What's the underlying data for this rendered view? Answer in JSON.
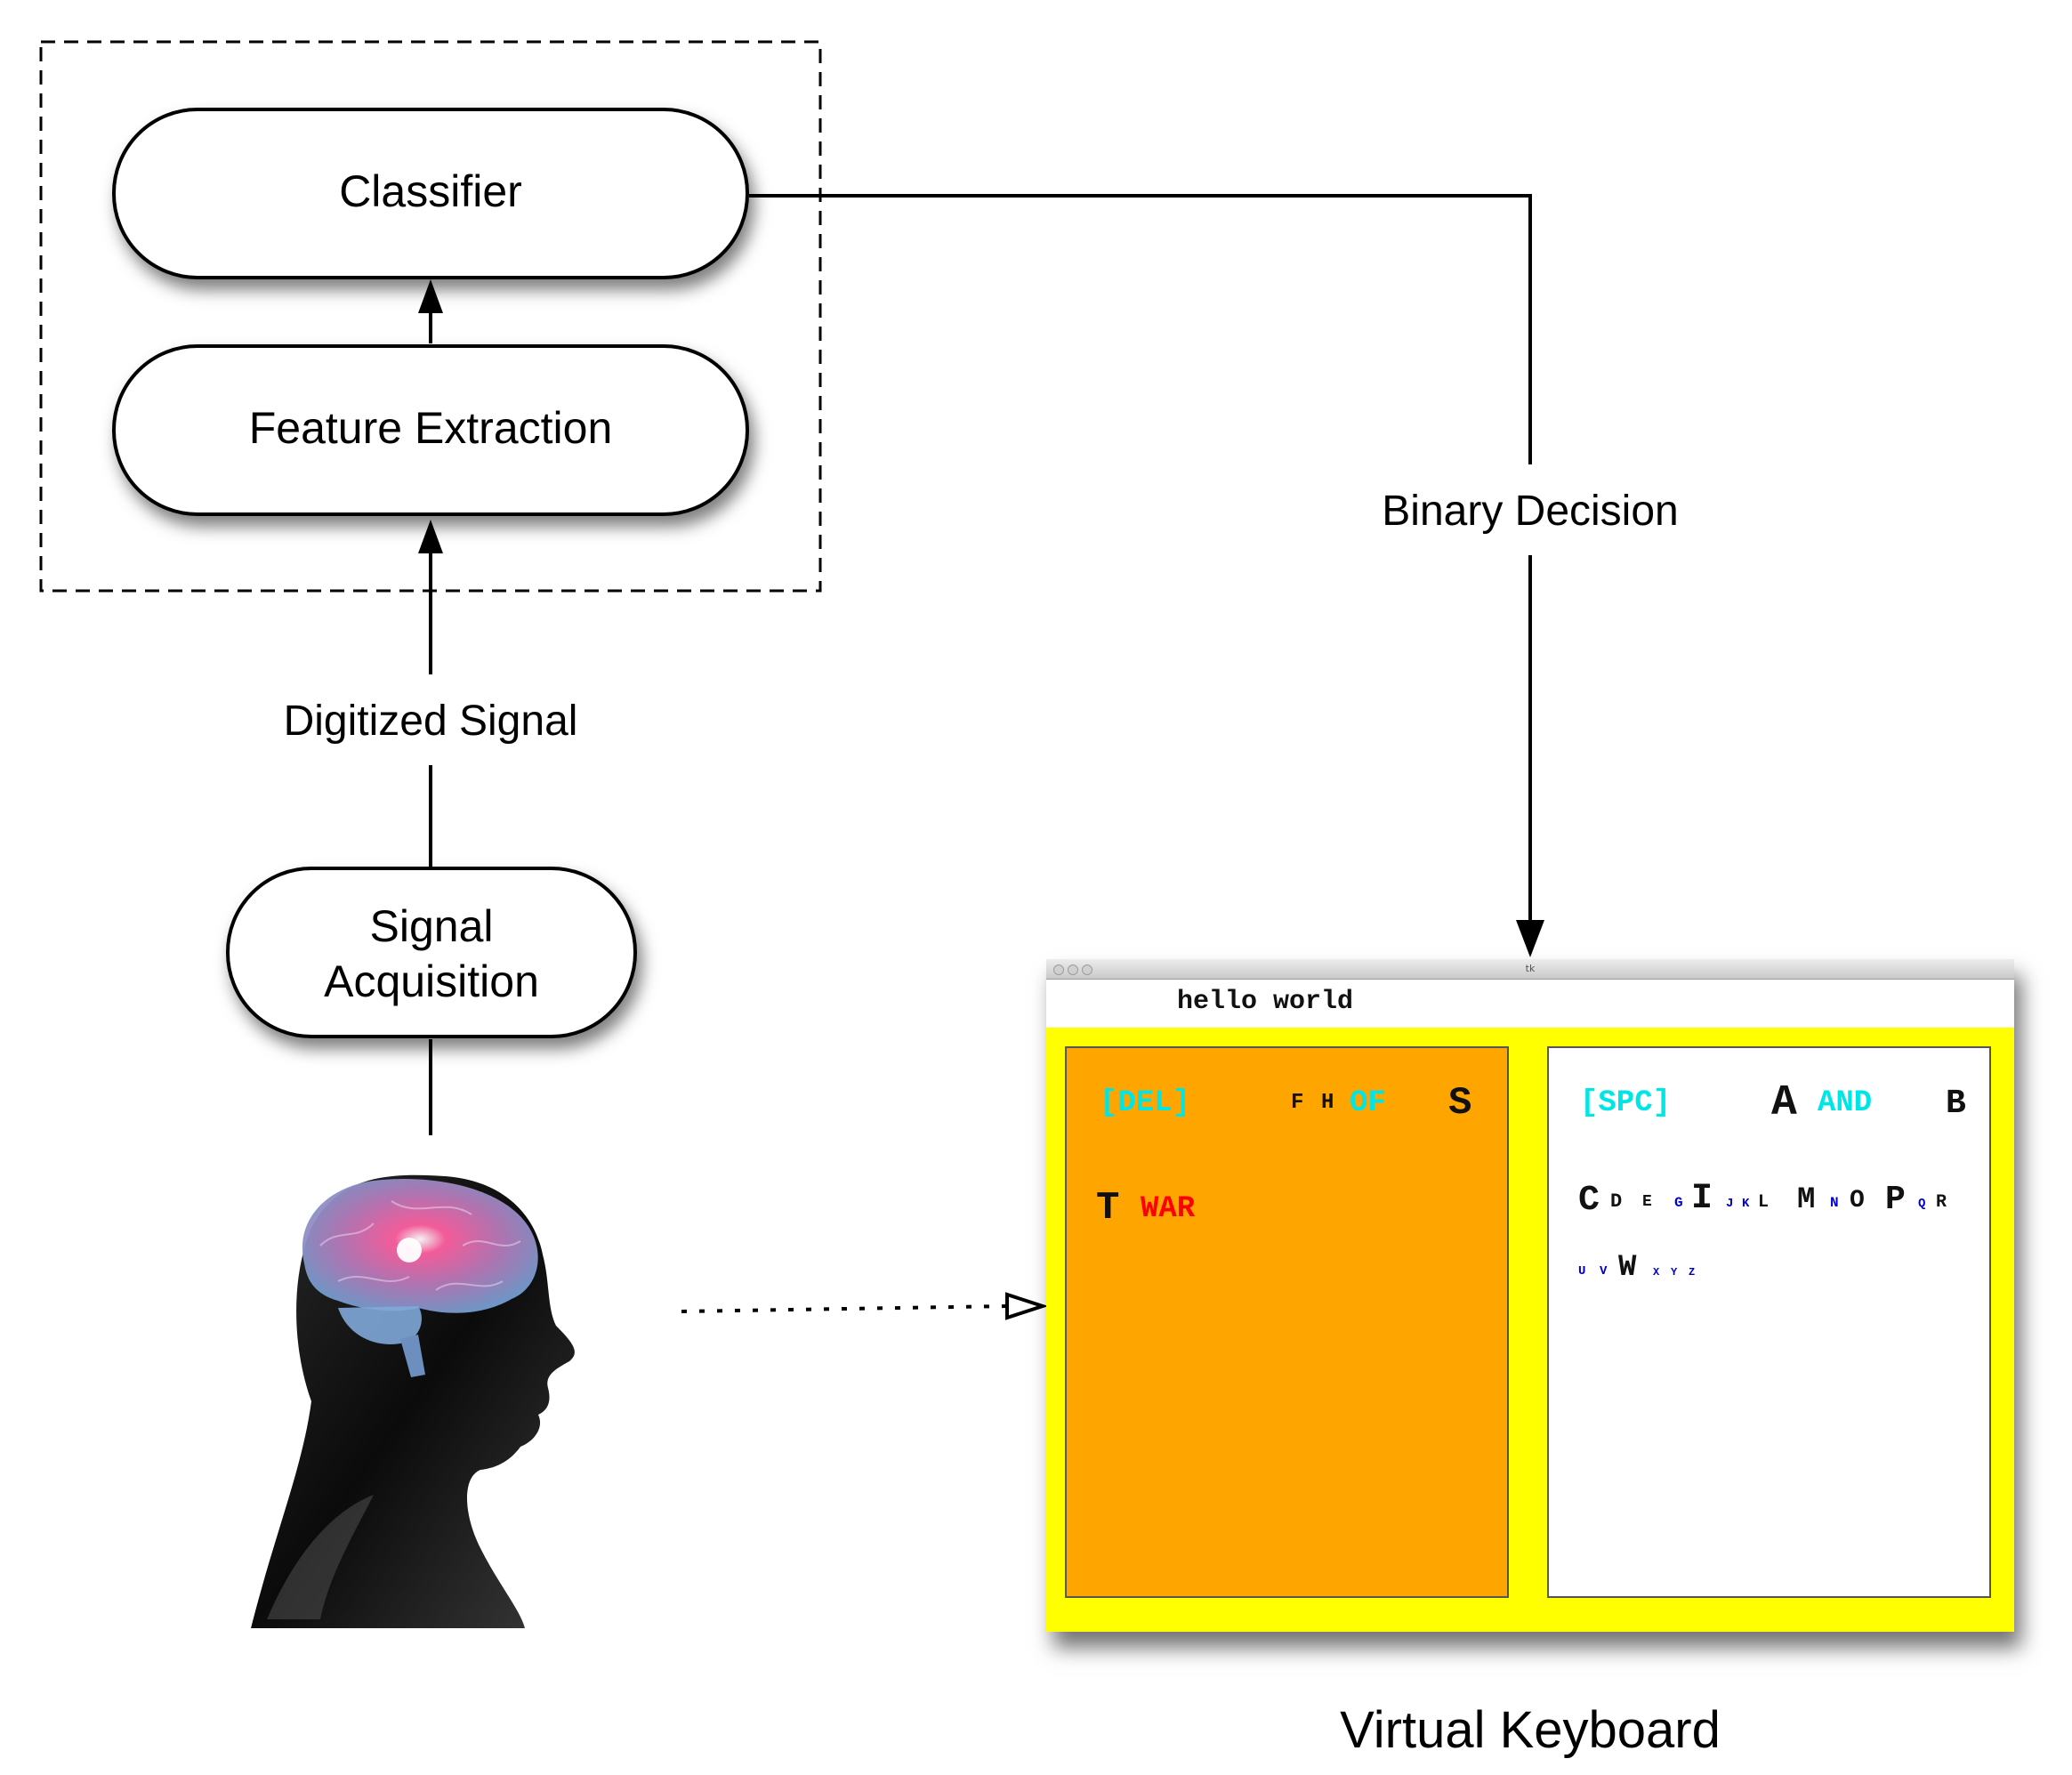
{
  "diagram": {
    "nodes": {
      "classifier": "Classifier",
      "feature_extraction": "Feature Extraction",
      "signal_acquisition": [
        "Signal",
        "Acquisition"
      ]
    },
    "edge_labels": {
      "digitized_signal": "Digitized Signal",
      "binary_decision": "Binary Decision"
    },
    "caption": "Virtual Keyboard"
  },
  "keyboard": {
    "window_title": "tk",
    "typed_text": "hello world",
    "colors": {
      "frame": "#ffff00",
      "left_panel": "#ffa500",
      "right_panel": "#ffffff",
      "command": "#00e5e5",
      "word": "#ff0000",
      "letter": "#111111",
      "small_letter": "#0000cc"
    },
    "left_panel": {
      "row1": [
        "[DEL]",
        "F",
        "H",
        "OF",
        "S"
      ],
      "row2": [
        "T",
        "WAR"
      ]
    },
    "right_panel": {
      "row1": [
        "[SPC]",
        "A",
        "AND",
        "B"
      ],
      "row2": [
        "C",
        "D",
        "E",
        "G",
        "I",
        "J",
        "K",
        "L",
        "M",
        "N",
        "O",
        "P",
        "Q",
        "R"
      ],
      "row3": [
        "U",
        "V",
        "W",
        "X",
        "Y",
        "Z"
      ]
    }
  }
}
